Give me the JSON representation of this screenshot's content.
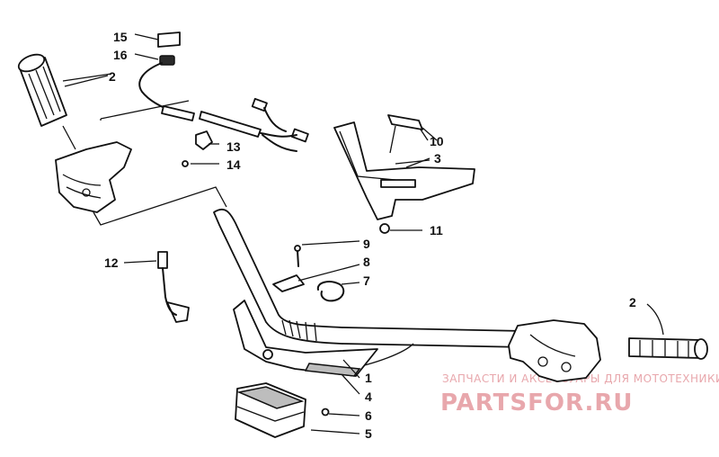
{
  "callouts": [
    {
      "id": "15",
      "text": "15"
    },
    {
      "id": "16",
      "text": "16"
    },
    {
      "id": "2a",
      "text": "2"
    },
    {
      "id": "13",
      "text": "13"
    },
    {
      "id": "14",
      "text": "14"
    },
    {
      "id": "10",
      "text": "10"
    },
    {
      "id": "3",
      "text": "3"
    },
    {
      "id": "11",
      "text": "11"
    },
    {
      "id": "9",
      "text": "9"
    },
    {
      "id": "8",
      "text": "8"
    },
    {
      "id": "7",
      "text": "7"
    },
    {
      "id": "12",
      "text": "12"
    },
    {
      "id": "2b",
      "text": "2"
    },
    {
      "id": "1",
      "text": "1"
    },
    {
      "id": "4",
      "text": "4"
    },
    {
      "id": "6",
      "text": "6"
    },
    {
      "id": "5",
      "text": "5"
    }
  ],
  "watermark": {
    "top_line": "ЗАПЧАСТИ И АКСЕССУАРЫ ДЛЯ МОТОТЕХНИКИ",
    "main": "PARTSFOR.RU",
    "color": "#e8a7ac"
  }
}
